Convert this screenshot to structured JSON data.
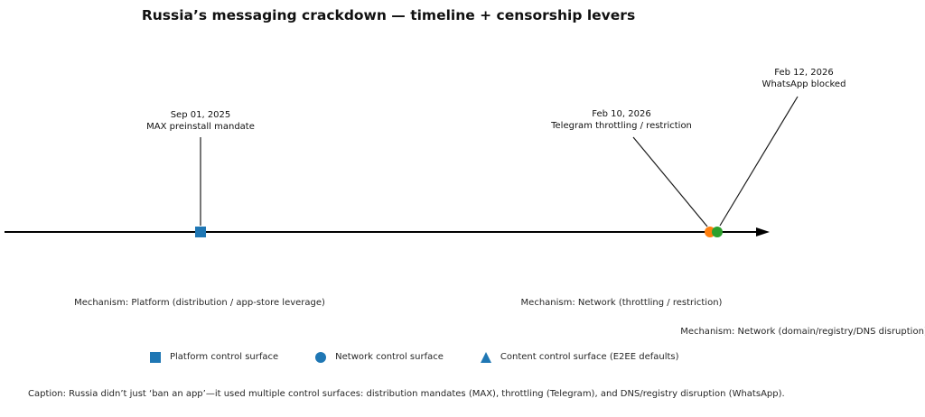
{
  "chart": {
    "title": "Russia’s messaging crackdown — timeline + censorship levers"
  },
  "chart_data": {
    "type": "scatter",
    "subtype": "annotated-timeline",
    "title": "Russia’s messaging crackdown — timeline + censorship levers",
    "xlabel": "",
    "ylabel": "",
    "axis": {
      "orientation": "horizontal",
      "arrow_right": true,
      "gridlines": false,
      "tick_labels": []
    },
    "events": [
      {
        "date": "Sep 01, 2025",
        "label": "MAX preinstall mandate",
        "mechanism": "Mechanism: Platform (distribution / app-store leverage)",
        "control_surface": "Platform control surface",
        "marker": "square",
        "color": "#1f77b4"
      },
      {
        "date": "Feb 10, 2026",
        "label": "Telegram throttling / restriction",
        "mechanism": "Mechanism: Network (throttling / restriction)",
        "control_surface": "Network control surface",
        "marker": "circle",
        "color": "#ff7f0e"
      },
      {
        "date": "Feb 12, 2026",
        "label": "WhatsApp blocked",
        "mechanism": "Mechanism: Network (domain/registry/DNS disruption)",
        "control_surface": "Network control surface",
        "marker": "circle",
        "color": "#2ca02c"
      }
    ],
    "legend": {
      "position": "bottom",
      "entries": [
        {
          "marker": "square",
          "color": "#1f77b4",
          "label": "Platform control surface"
        },
        {
          "marker": "circle",
          "color": "#1f77b4",
          "label": "Network control surface"
        },
        {
          "marker": "triangle",
          "color": "#1f77b4",
          "label": "Content control surface (E2EE defaults)"
        }
      ]
    },
    "caption": "Caption: Russia didn’t just ‘ban an app’—it used multiple control surfaces: distribution mandates (MAX), throttling (Telegram), and DNS/registry disruption (WhatsApp).",
    "colors": {
      "platform_blue": "#1f77b4",
      "throttle_orange": "#ff7f0e",
      "block_green": "#2ca02c",
      "axis_black": "#000000"
    }
  }
}
